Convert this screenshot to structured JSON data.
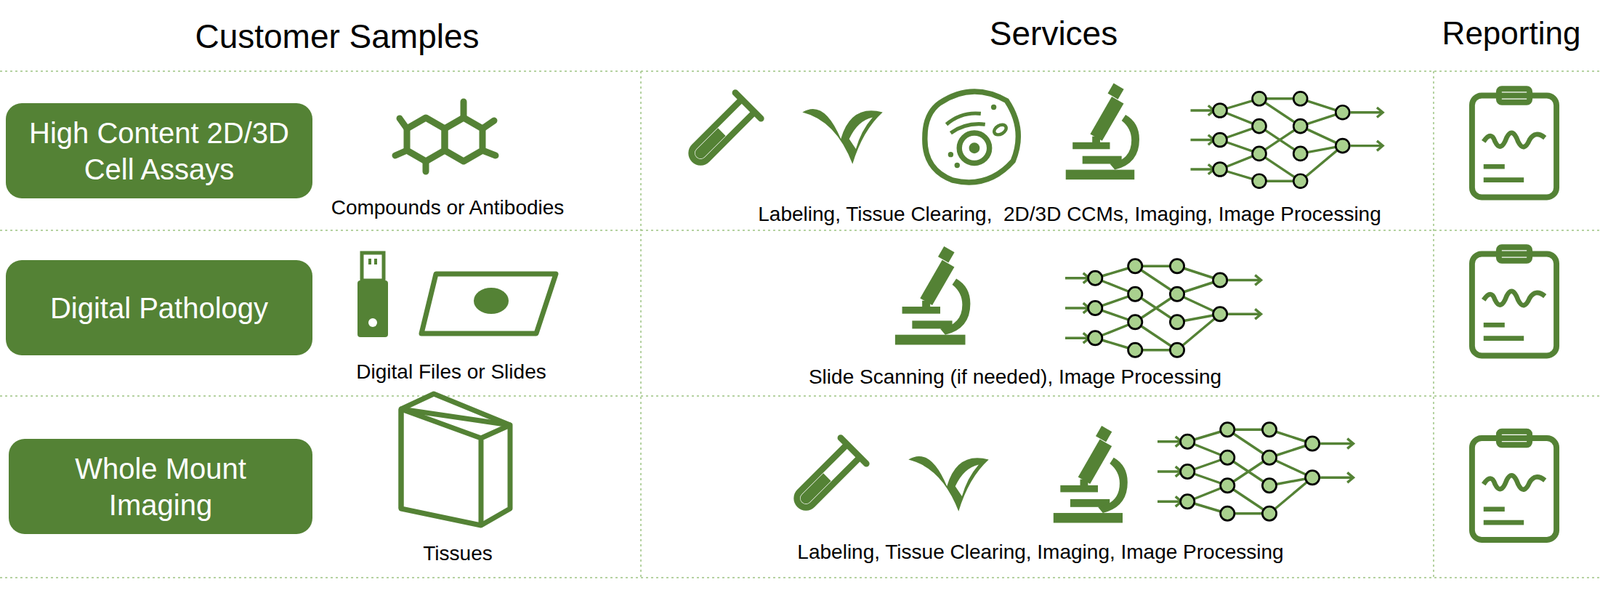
{
  "diagram": {
    "nodes": [
      {
        "text": [
          "High Content 2D/3D Cell Assays"
        ]
      },
      {
        "text": [
          "Digital Pathology"
        ]
      },
      {
        "text": [
          "Whole Mount Imaging"
        ]
      }
    ],
    "labels": [
      "Customer Samples",
      "Services",
      "Reporting",
      "Compounds or Antibodies",
      "Labeling, Tissue Clearing,  2D/3D CCMs, Imaging, Image Processing",
      "Digital Files or Slides",
      "Slide Scanning (if needed), Image Processing",
      "Tissues",
      "Labeling, Tissue Clearing, Imaging, Image Processing"
    ]
  }
}
